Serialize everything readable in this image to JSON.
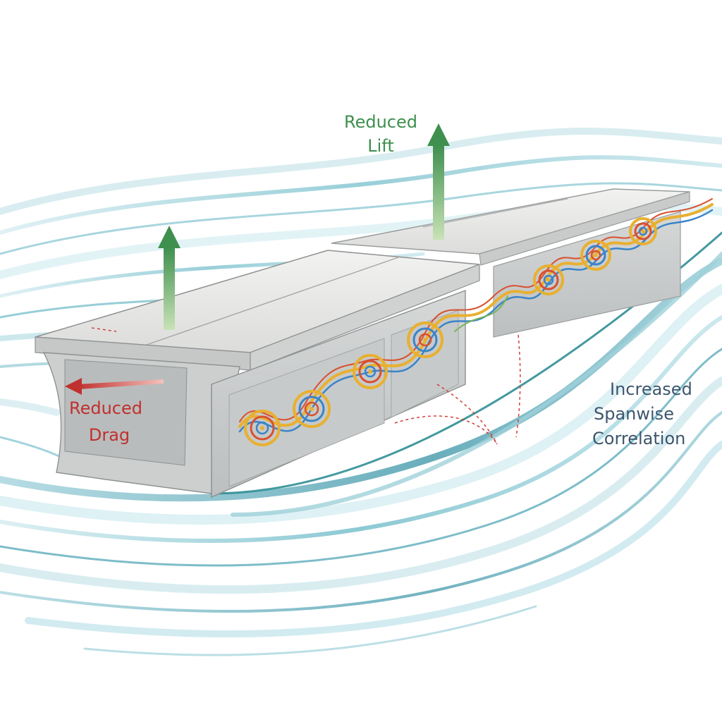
{
  "labels": {
    "lift": [
      "Reduced",
      "Lift"
    ],
    "drag": [
      "Reduced",
      "Drag"
    ],
    "correlation": [
      "Increased",
      "Spanwise",
      "Correlation"
    ]
  },
  "colors": {
    "lift_green": "#3f8f4e",
    "drag_red": "#c0302e",
    "annotation_blue": "#3d566e",
    "flow_teal": "#5fb0be",
    "deck_top": "#ececea",
    "deck_side": "#cfd1d1",
    "vortex_palette": [
      "#e8b030",
      "#d9502f",
      "#3a84c9",
      "#7ab55c"
    ]
  },
  "icons": {
    "lift": "arrow-up-icon",
    "drag": "arrow-left-icon"
  }
}
